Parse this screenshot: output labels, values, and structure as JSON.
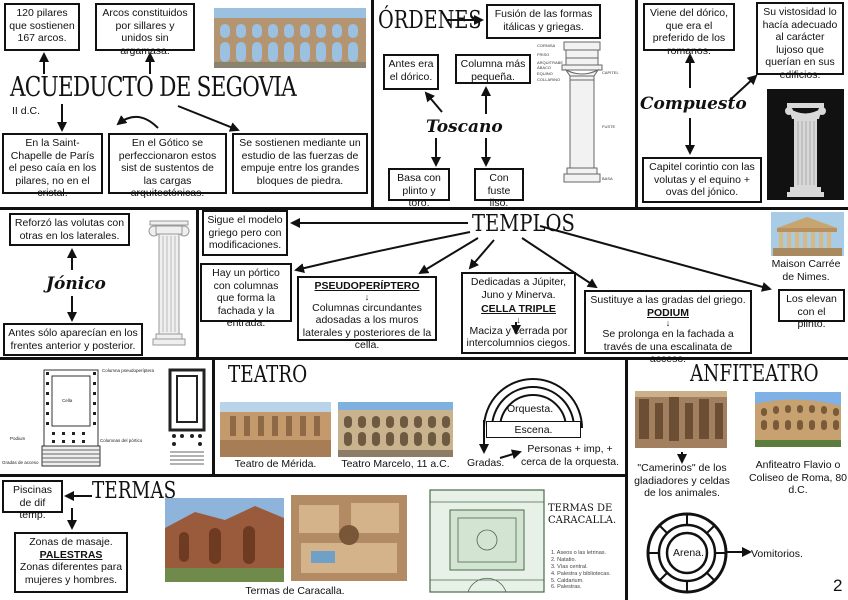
{
  "acueducto": {
    "title": "ACUEDUCTO DE SEGOVIA",
    "date": "II d.C.",
    "pillars": "120 pilares que sostienen 167 arcos.",
    "stones": "Arcos constituidos por sillares y unidos sin argamasa.",
    "chapelle": "En la Saint-Chapelle de París el peso caía en los pilares, no en el cristal.",
    "gothic": "En el Gótico se perfeccionaron estos sist de sustentos de las cargas arquitectónicas.",
    "study": "Se sostienen mediante un estudio de las fuerzas de empuje entre los grandes bloques de piedra."
  },
  "ordenes": {
    "title": "ÓRDENES",
    "fusion": "Fusión de las formas itálicas y griegas.",
    "toscano": "Toscano",
    "before_doric": "Antes era el dórico.",
    "smaller_column": "Columna más pequeña.",
    "base": "Basa con plinto y toro.",
    "shaft": "Con fuste liso.",
    "diagram_labels": [
      "CORNISA",
      "FRISO",
      "ARQUITRABE",
      "ÁBACO",
      "EQUINO",
      "COLLARINO",
      "CAPITEL",
      "FUSTE",
      "BASA"
    ]
  },
  "compuesto": {
    "title": "Compuesto",
    "from_doric": "Viene del dórico, que era el preferido de los romanos.",
    "vistosidad": "Su vistosidad lo hacía adecuado al carácter lujoso que querían en sus edificios.",
    "capital": "Capitel corintio con las volutas y el equino + ovas del jónico."
  },
  "jonico": {
    "title": "Jónico",
    "volutes": "Reforzó las volutas con otras en los laterales.",
    "fronts": "Antes sólo aparecían en los frentes anterior y posterior."
  },
  "templos": {
    "title": "TEMPLOS",
    "model": "Sigue el modelo griego pero con modificaciones.",
    "portico": "Hay un pórtico con columnas que forma la fachada y la entrada.",
    "pseudo_title": "PSEUDOPERÍPTERO",
    "pseudo_text": "Columnas circundantes adosadas a los muros laterales y posteriores de la cella.",
    "dedicated": "Dedicadas a Júpiter, Juno y Minerva.",
    "cella_title": "CELLA TRIPLE",
    "cella_text": "Maciza y cerrada por intercolumnios ciegos.",
    "replaces": "Sustituye a las gradas del griego.",
    "podium_title": "PODIUM",
    "podium_text": "Se prolonga en la fachada a través de una escalinata de acceso.",
    "maison": "Maison Carrée de Nimes.",
    "elevated": "Los elevan con el plinto.",
    "plan_labels": [
      "Columna pseudoperíptera",
      "Cella",
      "Podium",
      "Gradas de acceso",
      "Columnas del pórtico"
    ]
  },
  "teatro": {
    "title": "TEATRO",
    "merida": "Teatro de Mérida.",
    "marcelo": "Teatro Marcelo, 11 a.C.",
    "orquesta": "Orquesta.",
    "escena": "Escena.",
    "gradas": "Gradas.",
    "people": "Personas + imp, + cerca de la orquesta."
  },
  "anfiteatro": {
    "title": "ANFITEATRO",
    "camerinos": "\"Camerinos\" de los gladiadores y celdas de los animales.",
    "flavio": "Anfiteatro Flavio o Coliseo de Roma, 80 d.C.",
    "arena": "Arena.",
    "vomitorios": "Vomitorios."
  },
  "termas": {
    "title": "TERMAS",
    "pools": "Piscinas de dif temp.",
    "massage": "Zonas de masaje.",
    "palestras_title": "PALESTRAS",
    "palestras_text": "Zonas diferentes para mujeres y hombres.",
    "caracalla": "Termas de Caracalla.",
    "plan_title": "TERMAS DE CARACALLA.",
    "plan_list": [
      "1. Aseos o las letrinas.",
      "2. Natatio.",
      "3. Vías central.",
      "4. Palestra y bibliotecas.",
      "5. Caldarium.",
      "6. Palestras."
    ]
  },
  "page_number": "2"
}
